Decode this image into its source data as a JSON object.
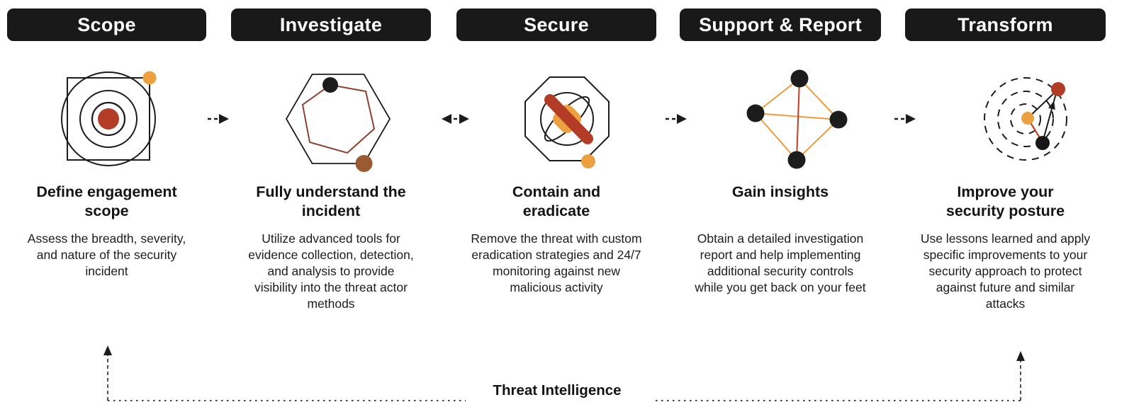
{
  "diagram": {
    "stages": [
      {
        "label": "Scope",
        "icon": "target-icon",
        "heading": "Define engagement scope",
        "body": "Assess the breadth, severity, and nature of the security incident"
      },
      {
        "label": "Investigate",
        "icon": "hexagon-scan-icon",
        "heading": "Fully understand the incident",
        "body": "Utilize advanced tools for evidence collection, detection, and analysis to provide visibility into the threat actor methods"
      },
      {
        "label": "Secure",
        "icon": "contain-block-icon",
        "heading": "Contain and eradicate",
        "body": "Remove the threat with custom eradication strategies and 24/7 monitoring against new malicious activity"
      },
      {
        "label": "Support & Report",
        "icon": "network-graph-icon",
        "heading": "Gain insights",
        "body": "Obtain a detailed investigation report and help implementing additional security controls while you get back on your feet"
      },
      {
        "label": "Transform",
        "icon": "orbit-improve-icon",
        "heading": "Improve your security posture",
        "body": "Use lessons learned and apply specific improvements to your security approach to protect against future and similar attacks"
      }
    ],
    "connectors": [
      "forward",
      "bidirectional",
      "forward",
      "forward"
    ],
    "feedback_label": "Threat Intelligence",
    "colors": {
      "header_bg": "#191919",
      "header_text": "#ffffff",
      "ink": "#1c1c1c",
      "brick_red": "#b23c26",
      "orange": "#eda03f",
      "line_orange": "#f09b3a",
      "brown": "#9a5b33",
      "maroon": "#8c4130",
      "signal_red": "#c0401f"
    }
  }
}
